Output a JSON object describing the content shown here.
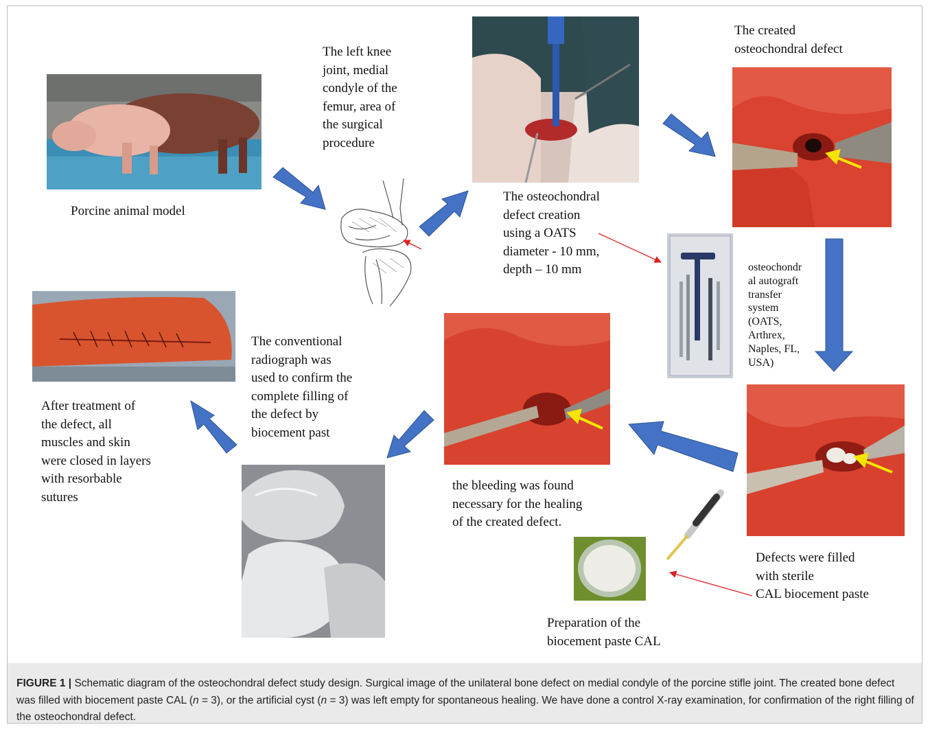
{
  "labels": {
    "porcine": "Porcine animal model",
    "knee": "The left knee\njoint, medial\ncondyle of the\nfemur,  area of\nthe surgical\nprocedure",
    "oats_creation": "The osteochondral\ndefect creation\nusing a OATS\ndiameter - 10 mm,\ndepth – 10 mm",
    "created_defect": "The created\nosteochondral defect",
    "oats_system": "osteochondr\nal autograft\ntransfer\nsystem\n(OATS,\nArthrex,\nNaples, FL,\nUSA)",
    "filled": "Defects were filled\n with sterile\nCAL biocement paste",
    "preparation": "Preparation of the\nbiocement paste CAL",
    "bleeding": "the bleeding was found\nnecessary for the healing\nof the created defect.",
    "radiograph": "The conventional\nradiograph was\nused to confirm the\ncomplete filling of\nthe defect by\nbiocement past",
    "closure": "After treatment of\nthe defect, all\nmuscles and skin\nwere closed in layers\nwith resorbable\nsutures"
  },
  "caption": {
    "figure_label": "FIGURE 1 |",
    "part1": " Schematic diagram of the osteochondral defect study design. Surgical image of the unilateral bone defect on medial condyle of the porcine stifle joint. The created bone defect was filled with biocement paste CAL (",
    "n1": "n",
    "part2": " = 3), or the artificial cyst (",
    "n2": "n",
    "part3": " = 3) was left empty for spontaneous healing. We have done a control X-ray examination, for confirmation of the right filling of the osteochondral defect."
  },
  "colors": {
    "flow_arrow": "#4472c4",
    "pointer_arrow": "#e02020",
    "defect_marker": "#f5e400",
    "tissue": "#d9432f"
  },
  "images": {
    "pig": "pig-photo",
    "knee_sketch": "knee-joint-sketch",
    "oats_surgery": "oats-surgery-photo",
    "created_defect": "created-defect-photo",
    "oats_kit": "oats-instrument-kit-photo",
    "filled_defect": "filled-defect-photo",
    "pipette": "pipette-image",
    "cal_paste": "cal-paste-dish-photo",
    "bleeding": "bleeding-defect-photo",
    "xray": "xray-radiograph",
    "sutures": "sutured-skin-photo"
  }
}
